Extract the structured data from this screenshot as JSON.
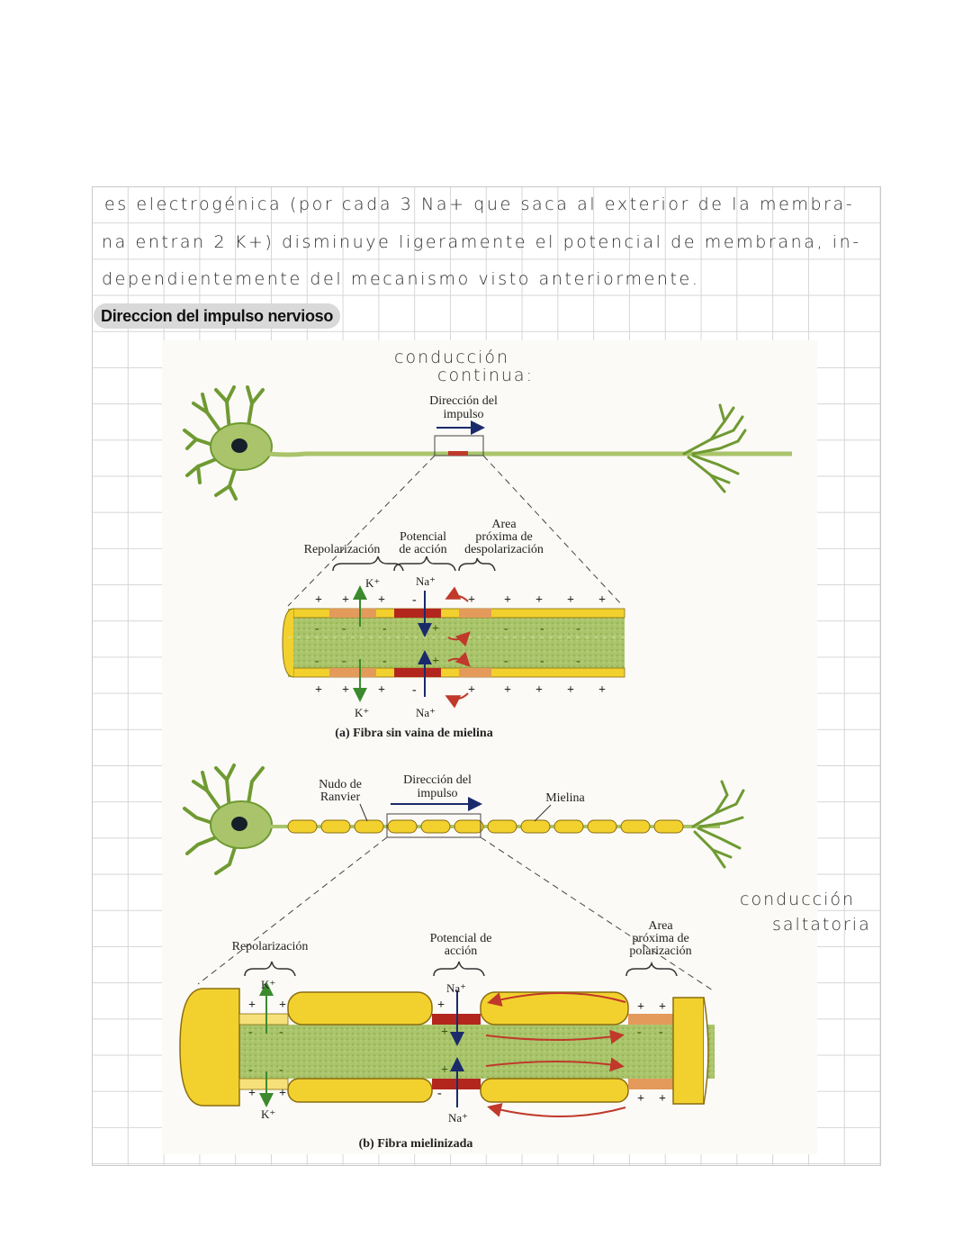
{
  "notes": {
    "line1": "es electrogénica (por cada 3 Na+ que saca al exterior de la membra-",
    "line2": "na entran 2 K+) disminuye ligeramente el potencial de membrana, in-",
    "line3": "dependientemente del mecanismo visto anteriormente.",
    "heading": "Direccion del impulso nervioso",
    "annotation_continua_1": "conducción",
    "annotation_continua_2": "continua:",
    "annotation_saltatoria_1": "conducción",
    "annotation_saltatoria_2": "saltatoria"
  },
  "diagram_a": {
    "direction_1": "Dirección del",
    "direction_2": "impulso",
    "repolarizacion": "Repolarización",
    "potencial_1": "Potencial",
    "potencial_2": "de acción",
    "area_1": "Area",
    "area_2": "próxima de",
    "area_3": "despolarización",
    "k_top": "K⁺",
    "na_top": "Na⁺",
    "k_bottom": "K⁺",
    "na_bottom": "Na⁺",
    "caption": "(a) Fibra sin vaina de mielina"
  },
  "diagram_b": {
    "nudo_1": "Nudo de",
    "nudo_2": "Ranvier",
    "direction_1": "Dirección del",
    "direction_2": "impulso",
    "mielina": "Mielina",
    "repolarizacion": "Repolarización",
    "potencial_1": "Potencial de",
    "potencial_2": "acción",
    "area_1": "Area",
    "area_2": "próxima de",
    "area_3": "polarización",
    "k_top": "K⁺",
    "na_top": "Na⁺",
    "k_bottom": "K⁺",
    "na_bottom": "Na⁺",
    "caption": "(b) Fibra mielinizada"
  },
  "colors": {
    "axon_green": "#a9c46a",
    "membrane_yellow": "#f2d12e",
    "action_red": "#b3261e",
    "arrow_navy": "#1b2a6b",
    "k_green": "#3b8a2e"
  }
}
